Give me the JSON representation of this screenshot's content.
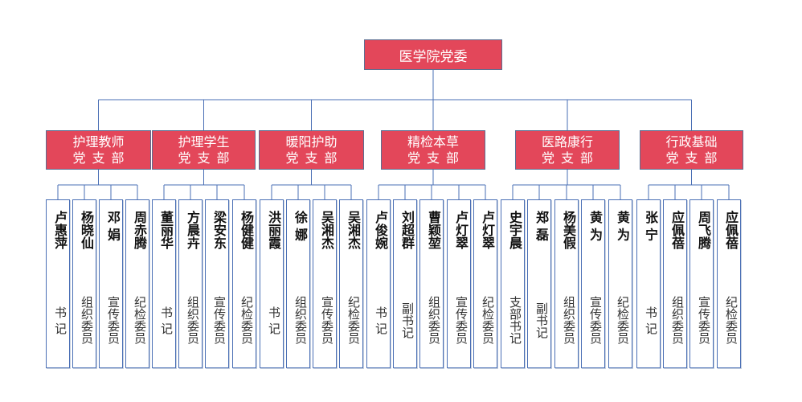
{
  "root": {
    "label": "医学院党委"
  },
  "branches": [
    {
      "line1": "护理教师",
      "line2": "党支部",
      "members": [
        {
          "name": "卢惠萍",
          "role": "书 记"
        },
        {
          "name": "杨晓仙",
          "role": "组织委员"
        },
        {
          "name": "邓 娟",
          "role": "宣传委员"
        },
        {
          "name": "周赤腾",
          "role": "纪检委员"
        }
      ]
    },
    {
      "line1": "护理学生",
      "line2": "党支部",
      "members": [
        {
          "name": "董丽华",
          "role": "书 记"
        },
        {
          "name": "方晨卉",
          "role": "组织委员"
        },
        {
          "name": "梁安东",
          "role": "宣传委员"
        },
        {
          "name": "杨健健",
          "role": "纪检委员"
        }
      ]
    },
    {
      "line1": "暖阳护助",
      "line2": "党支部",
      "members": [
        {
          "name": "洪丽霞",
          "role": "书 记"
        },
        {
          "name": "徐 娜",
          "role": "组织委员"
        },
        {
          "name": "吴湘杰",
          "role": "宣传委员"
        },
        {
          "name": "吴湘杰",
          "role": "纪检委员"
        }
      ]
    },
    {
      "line1": "精检本草",
      "line2": "党支部",
      "members": [
        {
          "name": "卢俊婉",
          "role": "书 记"
        },
        {
          "name": "刘超群",
          "role": "副书记"
        },
        {
          "name": "曹颖堃",
          "role": "组织委员"
        },
        {
          "name": "卢灯翠",
          "role": "宣传委员"
        },
        {
          "name": "卢灯翠",
          "role": "纪检委员"
        }
      ]
    },
    {
      "line1": "医路康行",
      "line2": "党支部",
      "members": [
        {
          "name": "史宇晨",
          "role": "支部书记"
        },
        {
          "name": "郑 磊",
          "role": "副书记"
        },
        {
          "name": "杨美假",
          "role": "组织委员"
        },
        {
          "name": "黄 为",
          "role": "宣传委员"
        },
        {
          "name": "黄 为",
          "role": "纪检委员"
        }
      ]
    },
    {
      "line1": "行政基础",
      "line2": "党支部",
      "members": [
        {
          "name": "张 宁",
          "role": "书 记"
        },
        {
          "name": "应佩蓓",
          "role": "组织委员"
        },
        {
          "name": "周飞腾",
          "role": "宣传委员"
        },
        {
          "name": "应佩蓓",
          "role": "纪检委员"
        }
      ]
    }
  ]
}
